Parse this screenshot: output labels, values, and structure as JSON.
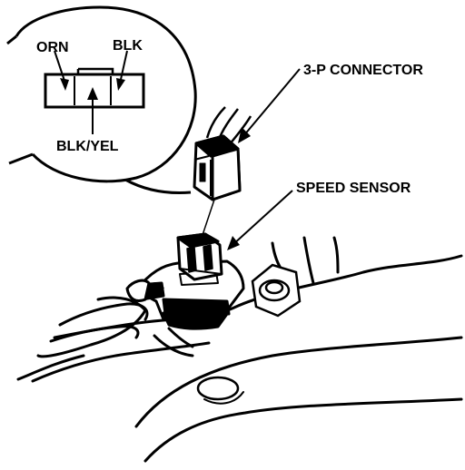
{
  "labels": {
    "wire_orange": "ORN",
    "wire_black": "BLK",
    "wire_black_yellow": "BLK/YEL",
    "connector": "3-P CONNECTOR",
    "sensor": "SPEED SENSOR"
  }
}
